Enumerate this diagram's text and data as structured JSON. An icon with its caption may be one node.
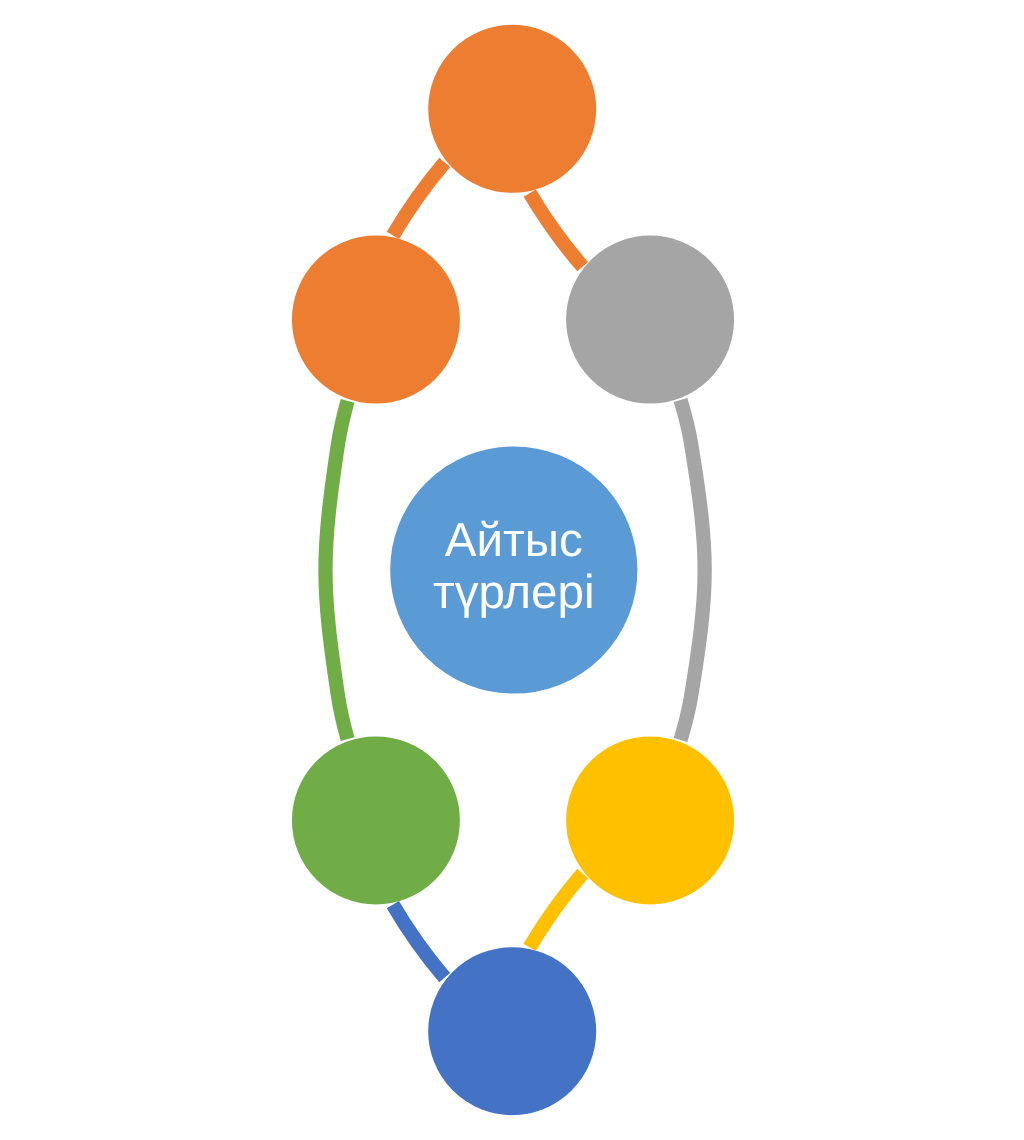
{
  "diagram": {
    "nodes": [
      {
        "text": [],
        "shape": "circle"
      },
      {
        "text": [],
        "shape": "circle"
      },
      {
        "text": [],
        "shape": "circle"
      },
      {
        "text": [
          "Айтыс түрлері"
        ]
      },
      {
        "text": [],
        "shape": "circle"
      },
      {
        "text": [],
        "shape": "circle"
      },
      {
        "text": [],
        "shape": "circle"
      }
    ],
    "edges": [
      {
        "from": 0,
        "to": 1,
        "arrow": "none"
      },
      {
        "from": 0,
        "to": 2,
        "arrow": "none"
      },
      {
        "from": 1,
        "to": 4,
        "arrow": "none",
        "color": "#70ad47"
      },
      {
        "from": 2,
        "to": 5,
        "arrow": "none",
        "color": "#a5a5a5"
      },
      {
        "from": 4,
        "to": 6,
        "arrow": "none",
        "color": "#4472c4"
      },
      {
        "from": 5,
        "to": 6,
        "arrow": "none",
        "color": "#ffc000"
      }
    ]
  }
}
